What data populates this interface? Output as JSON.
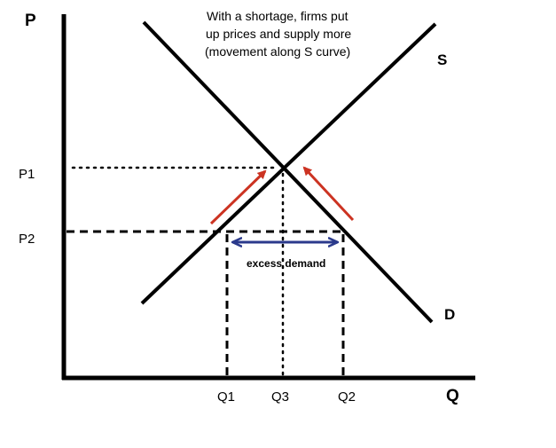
{
  "axes": {
    "y_title": "P",
    "x_title": "Q"
  },
  "prices": {
    "p1": "P1",
    "p2": "P2"
  },
  "quantities": {
    "q1": "Q1",
    "q3": "Q3",
    "q2": "Q2"
  },
  "curves": {
    "supply_label": "S",
    "demand_label": "D"
  },
  "annotation": {
    "line1": "With a shortage, firms put",
    "line2": "up prices and supply more",
    "line3": "(movement along S curve)"
  },
  "gap_label": "excess demand",
  "colors": {
    "line": "#000000",
    "arrow_price": "#cc3322",
    "arrow_gap": "#2b3a8c"
  }
}
